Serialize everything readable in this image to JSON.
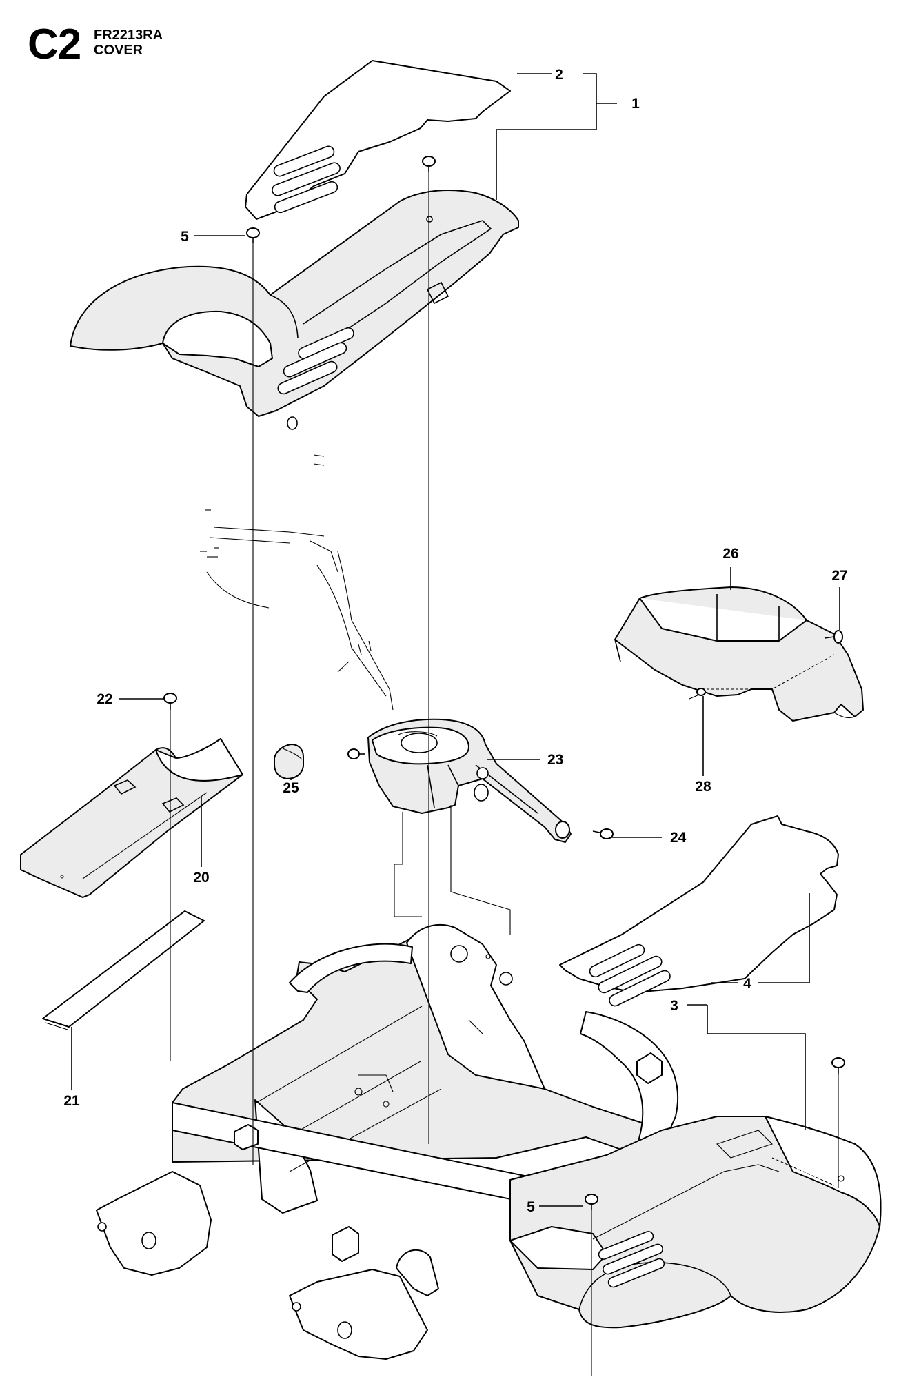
{
  "header": {
    "section_code": "C2",
    "model": "FR2213RA",
    "section_name": "COVER"
  },
  "callouts": {
    "c1": "1",
    "c2": "2",
    "c3": "3",
    "c4": "4",
    "c5a": "5",
    "c5b": "5",
    "c20": "20",
    "c21": "21",
    "c22": "22",
    "c23": "23",
    "c24": "24",
    "c25": "25",
    "c26": "26",
    "c27": "27",
    "c28": "28"
  }
}
